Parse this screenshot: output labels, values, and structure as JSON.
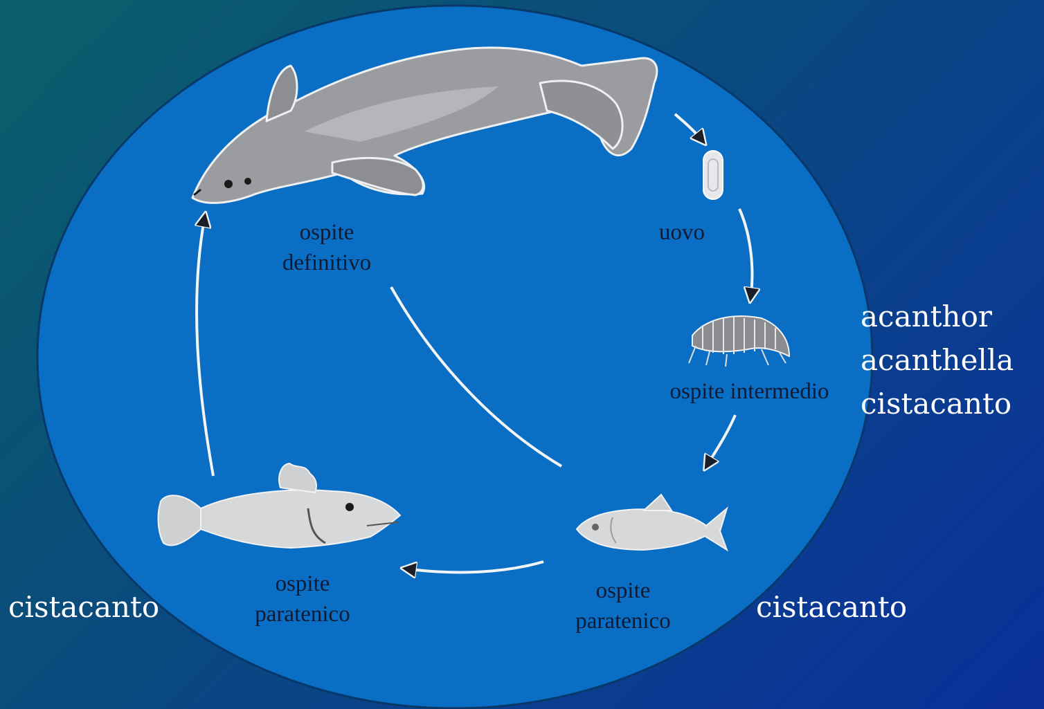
{
  "colors": {
    "background_start": "#0b5f6a",
    "background_end": "#0a2f99",
    "water_ellipse": "#0a6fc4",
    "animal_gray": "#9a9c9f",
    "animal_light": "#d7d8da",
    "arrow": "#f2f4f5",
    "dark_label": "#101a33",
    "light_label": "#ffffff"
  },
  "nodes": {
    "definitive_host": {
      "icon": "seal-icon",
      "label_line1": "ospite",
      "label_line2": "definitivo"
    },
    "egg": {
      "icon": "egg-icon",
      "label": "uovo"
    },
    "intermediate_host": {
      "icon": "amphipod-icon",
      "label": "ospite intermedio"
    },
    "paratenic_host_right": {
      "icon": "small-fish-icon",
      "label_line1": "ospite",
      "label_line2": "paratenico"
    },
    "paratenic_host_left": {
      "icon": "large-fish-icon",
      "label_line1": "ospite",
      "label_line2": "paratenico"
    }
  },
  "stages": {
    "intermediate": [
      "acanthor",
      "acanthella",
      "cistacanto"
    ],
    "paratenic_right": "cistacanto",
    "paratenic_left": "cistacanto"
  }
}
